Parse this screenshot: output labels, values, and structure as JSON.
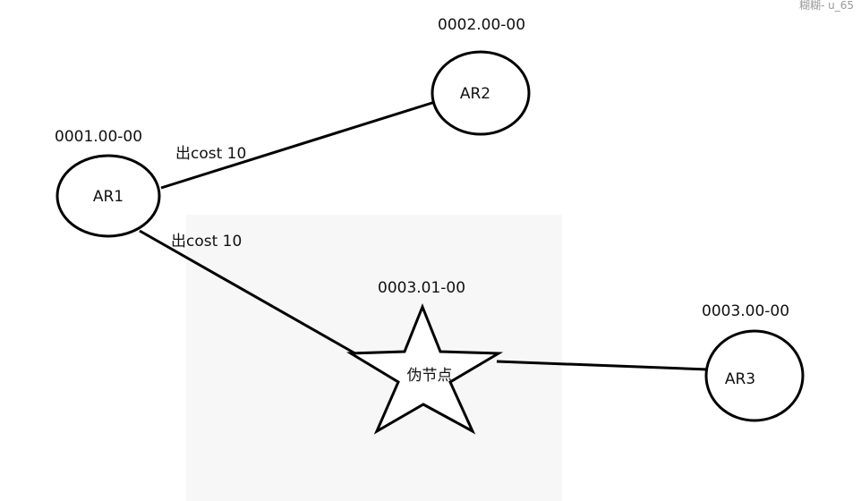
{
  "watermark": "糊糊- u_65",
  "nodes": {
    "ar1": {
      "label": "AR1",
      "address": "0001.00-00"
    },
    "ar2": {
      "label": "AR2",
      "address": "0002.00-00"
    },
    "ar3": {
      "label": "AR3",
      "address": "0003.00-00"
    },
    "pseudo": {
      "label": "伪节点",
      "address": "0003.01-00"
    }
  },
  "links": {
    "ar1_ar2": {
      "cost_label": "出cost 10"
    },
    "ar1_pseudo": {
      "cost_label": "出cost 10"
    },
    "pseudo_ar3": {}
  }
}
